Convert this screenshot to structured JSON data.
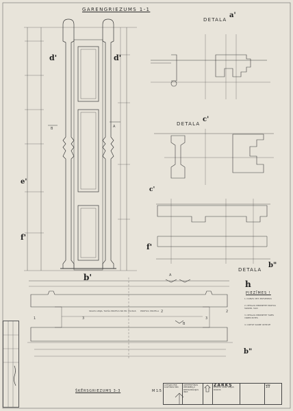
{
  "titles": {
    "main_section": "GARENGRIEZUMS 1-1",
    "detail_a": "DETALA",
    "detail_a_letter": "a'",
    "detail_c": "DETALA",
    "detail_c_letter": "c'",
    "detail_b": "DETALA",
    "detail_b_letter": "b\"",
    "bottom_section": "ŠĶĒRSGRIEZUMS  3-3",
    "scale": "M 1:5"
  },
  "labels": {
    "d1": "d'",
    "d2": "d'",
    "e": "e'",
    "f": "f'",
    "b": "b'",
    "c": "c'",
    "f2": "f'",
    "h": "h",
    "b2": "b\"",
    "sec_b": "B",
    "sec_a": "A",
    "arrow_a": "A",
    "arrow_b": "B",
    "num_1": "1",
    "num_3": "3",
    "num_3b": "3",
    "num_2": "2",
    "num_2b": "2"
  },
  "annotations": {
    "bottom_note_1": "SKAUS LINIJA, TAUŠA PROFILS NO PR. TAUSAS",
    "bottom_note_2": "PROFILS: PROFILA"
  },
  "notes": {
    "heading": "PIEZĪMES !",
    "items": [
      "1. DURVIS VEIT. PIKTVIERTAS",
      "2. DETALAS PIEZIMETET PROFILS SKAIDRI, SILIC",
      "3. DETALAS PIEZIMETET TAPES VIRIEM POTES",
      "4. CARTLE SAGNE UZ BUVE"
    ]
  },
  "title_block": {
    "org": "LATVIJAS PSR KULTŪRAS MIN.",
    "bureau": "ARHITEKTŪRAS PIEMINEKĻU RESTAURĀCIJAS INST.",
    "project": "ZARKS",
    "desc": "DURVIS, SĀNU IEEJAS DURVIS",
    "sheet_label": "LAPA",
    "sheet": "10"
  }
}
